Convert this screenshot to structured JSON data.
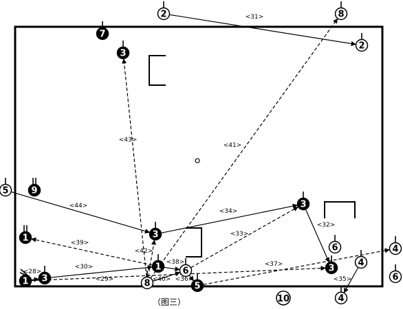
{
  "diagram": {
    "caption": "（图三）",
    "outside_number": "10",
    "colors": {
      "ink": "#000000",
      "paper": "#ffffff"
    },
    "players": [
      {
        "id": "w2a",
        "number": "2",
        "style": "open",
        "mark": "single"
      },
      {
        "id": "w8a",
        "number": "8",
        "style": "open",
        "mark": "single"
      },
      {
        "id": "w2b",
        "number": "2",
        "style": "open",
        "mark": "single"
      },
      {
        "id": "b7",
        "number": "7",
        "style": "filled",
        "mark": "single"
      },
      {
        "id": "b3a",
        "number": "3",
        "style": "filled",
        "mark": "single"
      },
      {
        "id": "w5",
        "number": "5",
        "style": "open",
        "mark": "single"
      },
      {
        "id": "b9",
        "number": "9",
        "style": "filled",
        "mark": "double"
      },
      {
        "id": "b1a",
        "number": "1",
        "style": "filled",
        "mark": "double"
      },
      {
        "id": "b3b",
        "number": "3",
        "style": "filled",
        "mark": "single"
      },
      {
        "id": "b3c",
        "number": "3",
        "style": "filled",
        "mark": "single"
      },
      {
        "id": "b1b",
        "number": "1",
        "style": "filled",
        "mark": "single"
      },
      {
        "id": "w6a",
        "number": "6",
        "style": "open",
        "mark": "single"
      },
      {
        "id": "w6b",
        "number": "6",
        "style": "open",
        "mark": "single"
      },
      {
        "id": "b3d",
        "number": "3",
        "style": "filled",
        "mark": "single"
      },
      {
        "id": "w4a",
        "number": "4",
        "style": "open",
        "mark": "single"
      },
      {
        "id": "w4b",
        "number": "4",
        "style": "open",
        "mark": "single"
      },
      {
        "id": "w6c",
        "number": "6",
        "style": "open",
        "mark": "single"
      },
      {
        "id": "b1c",
        "number": "1",
        "style": "filled",
        "mark": "cross"
      },
      {
        "id": "b3e",
        "number": "3",
        "style": "filled",
        "mark": "single"
      },
      {
        "id": "w8b",
        "number": "8",
        "style": "open",
        "mark": "single"
      },
      {
        "id": "b5",
        "number": "5",
        "style": "filled",
        "mark": "single"
      },
      {
        "id": "w4c",
        "number": "4",
        "style": "open",
        "mark": "single"
      }
    ],
    "paths": [
      {
        "label": "<31>",
        "from": "w2a",
        "to": "w2b",
        "style": "solid"
      },
      {
        "label": "<41>",
        "from": "w8b",
        "to": "w8a",
        "style": "dashed"
      },
      {
        "label": "<43>",
        "from": "w8b",
        "to": "b3a",
        "style": "dashed"
      },
      {
        "label": "<44>",
        "from": "w5",
        "to": "b3b",
        "style": "solid"
      },
      {
        "label": "<34>",
        "from": "b3b",
        "to": "b3c",
        "style": "solid"
      },
      {
        "label": "<39>",
        "from": "b1b",
        "to": "b1a",
        "style": "dashed"
      },
      {
        "label": "<42>",
        "from": "w8b",
        "to": "b3b",
        "style": "dashed"
      },
      {
        "label": "<33>",
        "from": "w6a",
        "to": "b3c",
        "style": "dashed"
      },
      {
        "label": "<32>",
        "from": "b3c",
        "to": "b3d",
        "style": "solid"
      },
      {
        "label": "<30>",
        "from": "b3e",
        "to": "b1b",
        "style": "solid"
      },
      {
        "label": "<38>",
        "from": "b1b",
        "to": "w6a",
        "style": "solid"
      },
      {
        "label": "<37>",
        "from": "b5",
        "to": "w4a",
        "style": "dashed"
      },
      {
        "label": "<35>",
        "from": "w4b",
        "to": "w4c",
        "style": "solid"
      },
      {
        "label": "<29>",
        "from": "b1c",
        "to": "b3d",
        "style": "dashed"
      },
      {
        "label": "<28>",
        "from": "b1c",
        "to": "b3e",
        "style": "solid"
      },
      {
        "label": "<40>",
        "from": "w8b",
        "to": "w6a",
        "style": "solid"
      },
      {
        "label": "<36>",
        "from": "w6a",
        "to": "b5",
        "style": "solid"
      }
    ]
  }
}
